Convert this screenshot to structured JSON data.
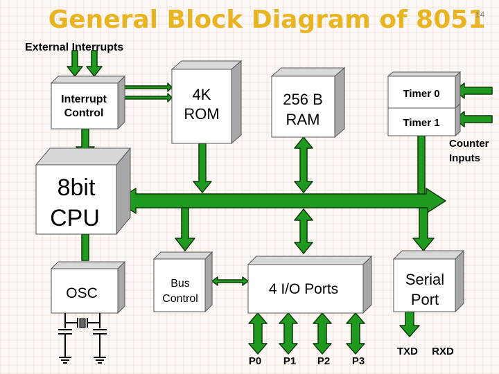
{
  "slide": {
    "title": "General Block Diagram of 8051",
    "number": "14"
  },
  "labels": {
    "external_interrupts": "External Interrupts",
    "interrupt_control_1": "Interrupt",
    "interrupt_control_2": "Control",
    "rom_1": "4K",
    "rom_2": "ROM",
    "ram_1": "256 B",
    "ram_2": "RAM",
    "timer0": "Timer 0",
    "timer1": "Timer 1",
    "counter_inputs_1": "Counter",
    "counter_inputs_2": "Inputs",
    "cpu_1": "8bit",
    "cpu_2": "CPU",
    "osc": "OSC",
    "bus_control_1": "Bus",
    "bus_control_2": "Control",
    "io_ports": "4 I/O Ports",
    "serial_port_1": "Serial",
    "serial_port_2": "Port",
    "p0": "P0",
    "p1": "P1",
    "p2": "P2",
    "p3": "P3",
    "txd": "TXD",
    "rxd": "RXD"
  },
  "colors": {
    "title": "#e8b422",
    "box_face": "#ffffff",
    "box_side": "#a8a8a8",
    "box_top": "#d8d8d8",
    "arrow_fill": "#1f9a1f",
    "arrow_stroke": "#0a3a0a"
  }
}
